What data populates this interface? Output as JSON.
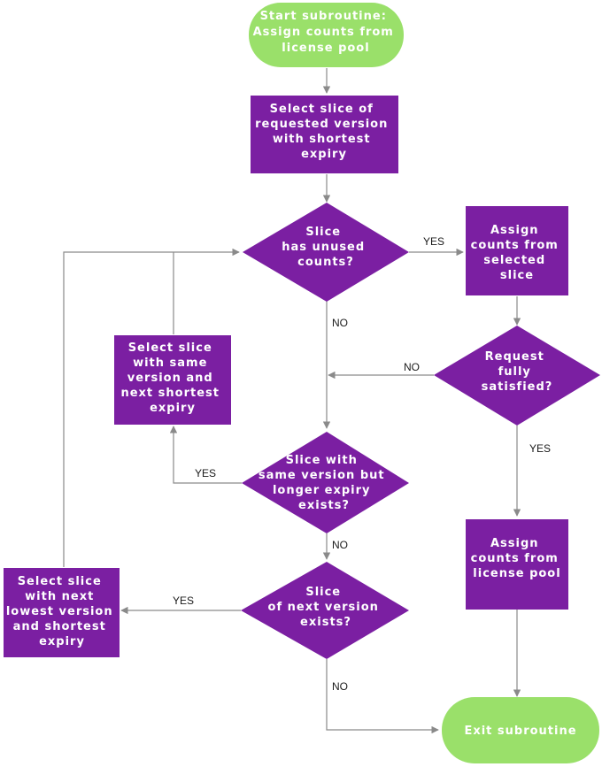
{
  "colors": {
    "terminal": "#9ae06a",
    "process": "#7b1fa2",
    "connector": "#8a8a8a",
    "node_text": "#ffffff",
    "label_text": "#1a1a1a"
  },
  "nodes": {
    "start": [
      "Start subroutine:",
      "Assign counts from",
      "license pool"
    ],
    "select_shortest": [
      "Select slice of",
      "requested version",
      "with shortest",
      "expiry"
    ],
    "has_unused": [
      "Slice",
      "has unused",
      "counts?"
    ],
    "assign_selected": [
      "Assign",
      "counts from",
      "selected",
      "slice"
    ],
    "select_same_next": [
      "Select slice",
      "with same",
      "version and",
      "next shortest",
      "expiry"
    ],
    "fully_satisfied": [
      "Request",
      "fully",
      "satisfied?"
    ],
    "same_longer": [
      "Slice with",
      "same version but",
      "longer expiry",
      "exists?"
    ],
    "assign_pool": [
      "Assign",
      "counts from",
      "license pool"
    ],
    "select_next_lowest": [
      "Select slice",
      "with next",
      "lowest version",
      "and shortest",
      "expiry"
    ],
    "next_version": [
      "Slice",
      "of next version",
      "exists?"
    ],
    "exit": [
      "Exit subroutine"
    ]
  },
  "labels": {
    "yes_unused": "YES",
    "no_unused": "NO",
    "no_satisfied": "NO",
    "yes_satisfied": "YES",
    "yes_longer": "YES",
    "no_longer": "NO",
    "yes_next": "YES",
    "no_next": "NO"
  }
}
